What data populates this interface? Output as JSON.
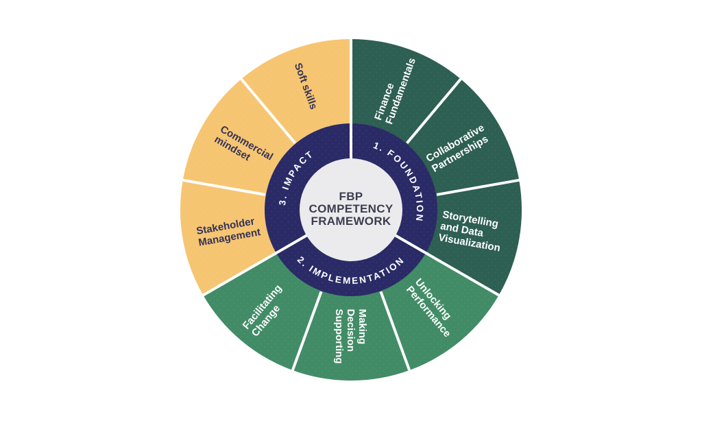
{
  "diagram_title": "FBP Competency Framework",
  "center": {
    "lines": [
      "FBP",
      "COMPETENCY",
      "FRAMEWORK"
    ]
  },
  "colors": {
    "background": "#ffffff",
    "inner_ring_navy": "#2a2a67",
    "foundation_green": "#2d5f52",
    "implementation_green": "#418c66",
    "impact_yellow": "#f6c572",
    "center_circle_bg": "#ebebee",
    "center_text": "#3d3d4f",
    "label_light": "#ffffff",
    "label_on_yellow": "#333356",
    "divider": "#ffffff"
  },
  "groups": [
    {
      "label": "1. FOUNDATION",
      "segments": [
        {
          "lines": [
            "Finance",
            "Fundamentals"
          ]
        },
        {
          "lines": [
            "Collaborative",
            "Partnerships"
          ]
        },
        {
          "lines": [
            "Storytelling",
            "and Data",
            "Visualization"
          ]
        }
      ]
    },
    {
      "label": "2. IMPLEMENTATION",
      "segments": [
        {
          "lines": [
            "Unlocking",
            "Performance"
          ]
        },
        {
          "lines": [
            "Supporting",
            "Decision",
            "Making"
          ]
        },
        {
          "lines": [
            "Facilitating",
            "Change"
          ]
        }
      ]
    },
    {
      "label": "3. IMPACT",
      "segments": [
        {
          "lines": [
            "Stakeholder",
            "Management"
          ]
        },
        {
          "lines": [
            "Commercial",
            "mindset"
          ]
        },
        {
          "lines": [
            "Soft skills"
          ]
        }
      ]
    }
  ]
}
